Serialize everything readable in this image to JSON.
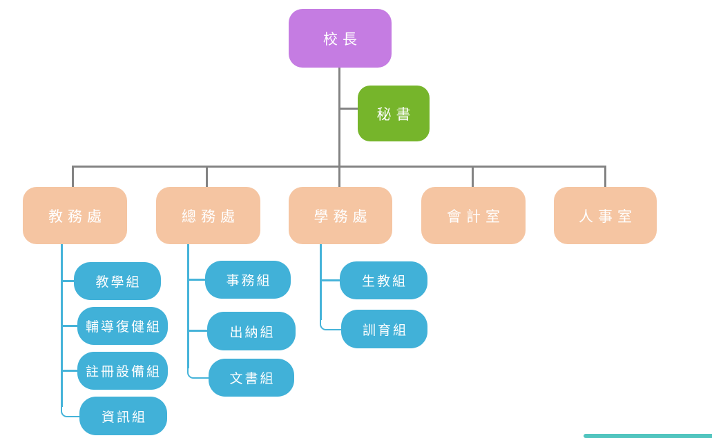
{
  "org": {
    "root": {
      "label": "校長"
    },
    "secretary": {
      "label": "秘書"
    },
    "departments": [
      {
        "label": "教務處",
        "children": [
          {
            "label": "教學組"
          },
          {
            "label": "輔導復健組"
          },
          {
            "label": "註冊設備組"
          },
          {
            "label": "資訊組"
          }
        ]
      },
      {
        "label": "總務處",
        "children": [
          {
            "label": "事務組"
          },
          {
            "label": "出納組"
          },
          {
            "label": "文書組"
          }
        ]
      },
      {
        "label": "學務處",
        "children": [
          {
            "label": "生教組"
          },
          {
            "label": "訓育組"
          }
        ]
      },
      {
        "label": "會計室",
        "children": []
      },
      {
        "label": "人事室",
        "children": []
      }
    ]
  },
  "colors": {
    "root_fill": "#c57ce2",
    "secretary_fill": "#76b52b",
    "department_fill": "#f5c5a2",
    "team_fill": "#41b1d8",
    "connector_gray": "#838383",
    "connector_blue": "#45b3d9",
    "scrollbar_teal": "#52c5bf",
    "label_text": "#ffffff"
  }
}
